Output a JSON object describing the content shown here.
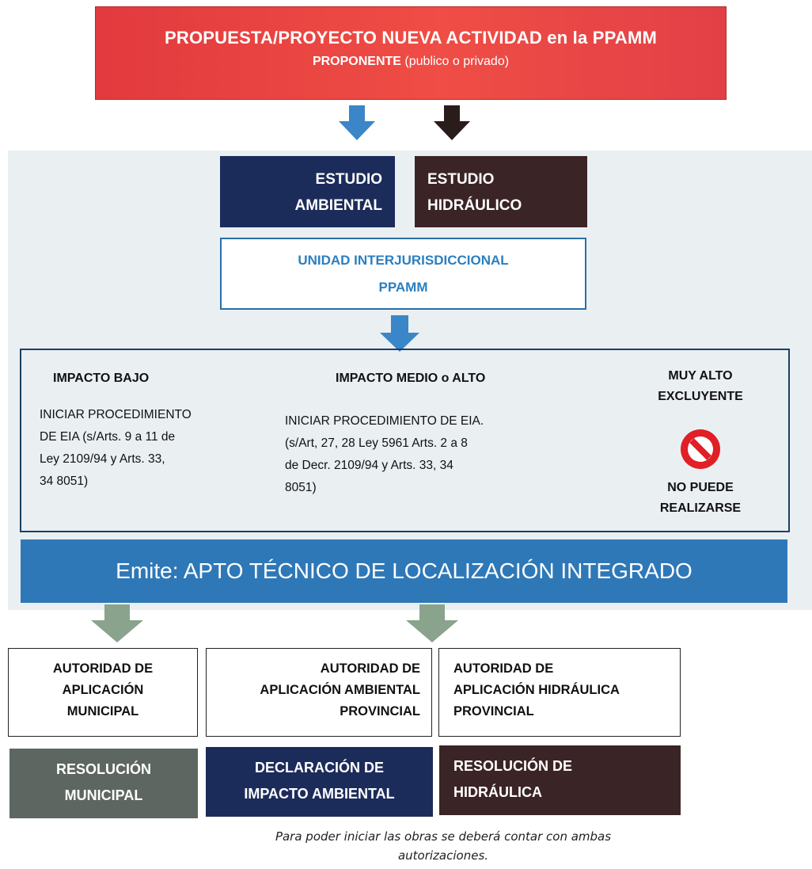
{
  "top": {
    "title": "PROPUESTA/PROYECTO NUEVA ACTIVIDAD en la PPAMM",
    "sub_main": "PROPONENTE",
    "sub_detail": "(publico o privado)"
  },
  "studies": {
    "environmental": [
      "ESTUDIO",
      "AMBIENTAL"
    ],
    "hydraulic": [
      "ESTUDIO",
      "HIDRÁULICO"
    ]
  },
  "unit": [
    "UNIDAD INTERJURISDICCIONAL",
    "PPAMM"
  ],
  "impacts": {
    "low": {
      "title": "IMPACTO BAJO",
      "lines": [
        "INICIAR PROCEDIMIENTO",
        "DE EIA (s/Arts. 9 a 11 de",
        "Ley 2109/94 y Arts. 33,",
        "34 8051)"
      ]
    },
    "medium_high": {
      "title": "IMPACTO MEDIO o ALTO",
      "lines": [
        "INICIAR PROCEDIMIENTO DE EIA.",
        "(s/Art, 27, 28 Ley 5961 Arts. 2 a 8",
        "de Decr. 2109/94 y Arts. 33, 34",
        "8051)"
      ]
    },
    "very_high": {
      "title": [
        "MUY ALTO",
        "EXCLUYENTE"
      ],
      "result": [
        "NO PUEDE",
        "REALIZARSE"
      ],
      "icon": "prohibited-icon"
    }
  },
  "banner": "Emite: APTO TÉCNICO DE LOCALIZACIÓN INTEGRADO",
  "authorities": [
    [
      "AUTORIDAD DE",
      "APLICACIÓN",
      "MUNICIPAL"
    ],
    [
      "AUTORIDAD DE",
      "APLICACIÓN AMBIENTAL",
      "PROVINCIAL"
    ],
    [
      "AUTORIDAD DE",
      "APLICACIÓN HIDRÁULICA",
      "PROVINCIAL"
    ]
  ],
  "resolutions": [
    [
      "RESOLUCIÓN",
      "MUNICIPAL"
    ],
    [
      "DECLARACIÓN DE",
      "IMPACTO AMBIENTAL"
    ],
    [
      "RESOLUCIÓN DE",
      "HIDRÁULICA"
    ]
  ],
  "footnote": [
    "Para poder iniciar las obras se deberá contar con ambas",
    "autorizaciones."
  ],
  "colors": {
    "top_red": "#e8423f",
    "env_navy": "#1c2c5a",
    "hyd_brown": "#3b2426",
    "unit_blue": "#2b7fc0",
    "banner_blue": "#2f78b7",
    "arrow_blue": "#3a86c8",
    "arrow_dark": "#2a1c1a",
    "arrow_green": "#8aa38c",
    "res_gray": "#5d6660"
  }
}
